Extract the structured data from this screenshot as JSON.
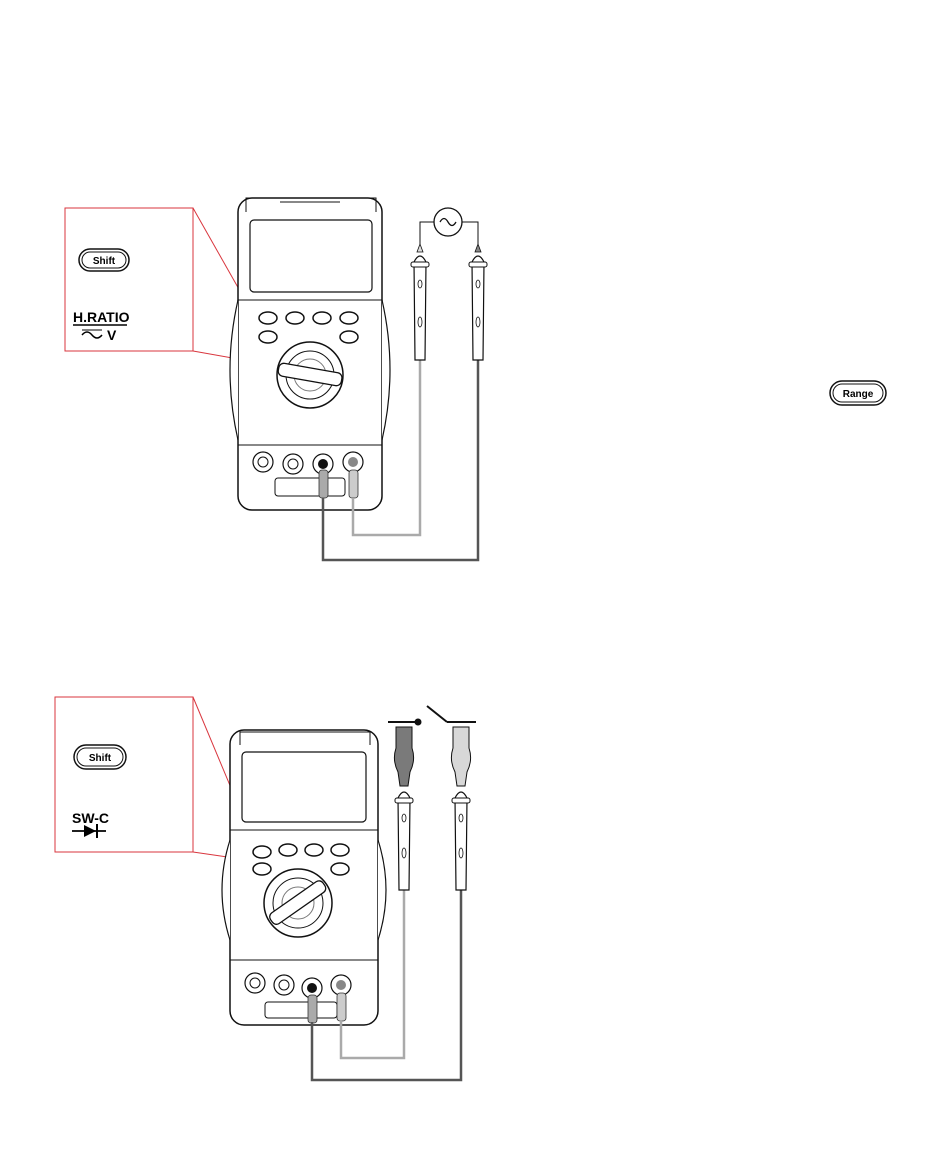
{
  "figure1": {
    "shift_label": "Shift",
    "function_label": "H.RATIO",
    "function_sublabel": "V",
    "range_label": "Range",
    "source_symbol": "ac-source-icon"
  },
  "figure2": {
    "shift_label": "Shift",
    "function_label": "SW-C",
    "function_sublabel_icon": "diode-icon",
    "switch_symbol": "switch-icon"
  },
  "colors": {
    "callout_border": "#d9363e",
    "outline": "#111111",
    "probe_light": "#d8d8d8",
    "probe_dark": "#7a7a7a",
    "wire_dark": "#555555",
    "wire_light": "#bdbdbd"
  }
}
